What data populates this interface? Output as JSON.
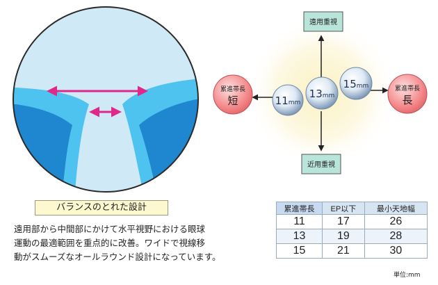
{
  "caption": "バランスのとれた設計",
  "description": [
    "遠用部から中間部にかけて水平視野における眼球",
    "運動の最適範囲を重点的に改善。ワイドで視線移",
    "動がスムーズなオールラウンド設計になっています。"
  ],
  "diagram": {
    "top_label": "遠用重視",
    "bottom_label": "近用重視",
    "left_label_line1": "累進帯長",
    "left_label_line2": "短",
    "right_label_line1": "累進帯長",
    "right_label_line2": "長",
    "balls": [
      {
        "value": "11",
        "unit": "mm"
      },
      {
        "value": "13",
        "unit": "mm"
      },
      {
        "value": "15",
        "unit": "mm"
      }
    ]
  },
  "table": {
    "headers": [
      "累進帯長",
      "EP以下",
      "最小天地幅"
    ],
    "rows": [
      [
        "11",
        "17",
        "26"
      ],
      [
        "13",
        "19",
        "28"
      ],
      [
        "15",
        "21",
        "30"
      ]
    ],
    "unit_note": "単位:mm"
  },
  "colors": {
    "arrow": "#e0288a",
    "lens_light": "#cfe9f7",
    "lens_mid": "#4fc3f0",
    "lens_dark": "#1f87cf",
    "end_circle": "#f4888a"
  }
}
